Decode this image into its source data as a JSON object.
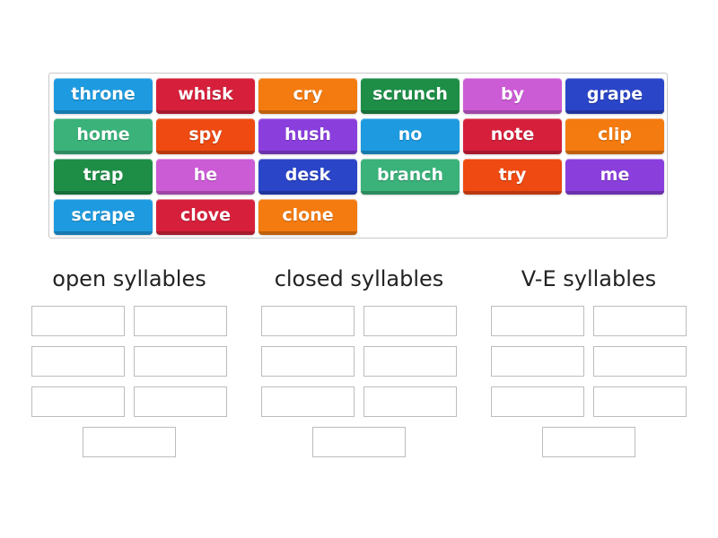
{
  "tiles": [
    {
      "word": "throne",
      "color": "#1e9be0"
    },
    {
      "word": "whisk",
      "color": "#d6203b"
    },
    {
      "word": "cry",
      "color": "#f47b10"
    },
    {
      "word": "scrunch",
      "color": "#1e8e47"
    },
    {
      "word": "by",
      "color": "#cc5bd6"
    },
    {
      "word": "grape",
      "color": "#2b45c9"
    },
    {
      "word": "home",
      "color": "#3ab27a"
    },
    {
      "word": "spy",
      "color": "#ee4a12"
    },
    {
      "word": "hush",
      "color": "#8a3fdd"
    },
    {
      "word": "no",
      "color": "#1e9be0"
    },
    {
      "word": "note",
      "color": "#d6203b"
    },
    {
      "word": "clip",
      "color": "#f47b10"
    },
    {
      "word": "trap",
      "color": "#1e8e47"
    },
    {
      "word": "he",
      "color": "#cc5bd6"
    },
    {
      "word": "desk",
      "color": "#2b45c9"
    },
    {
      "word": "branch",
      "color": "#3ab27a"
    },
    {
      "word": "try",
      "color": "#ee4a12"
    },
    {
      "word": "me",
      "color": "#8a3fdd"
    },
    {
      "word": "scrape",
      "color": "#1e9be0"
    },
    {
      "word": "clove",
      "color": "#d6203b"
    },
    {
      "word": "clone",
      "color": "#f47b10"
    }
  ],
  "groups": [
    {
      "label": "open syllables"
    },
    {
      "label": "closed syllables"
    },
    {
      "label": "V-E syllables"
    }
  ]
}
